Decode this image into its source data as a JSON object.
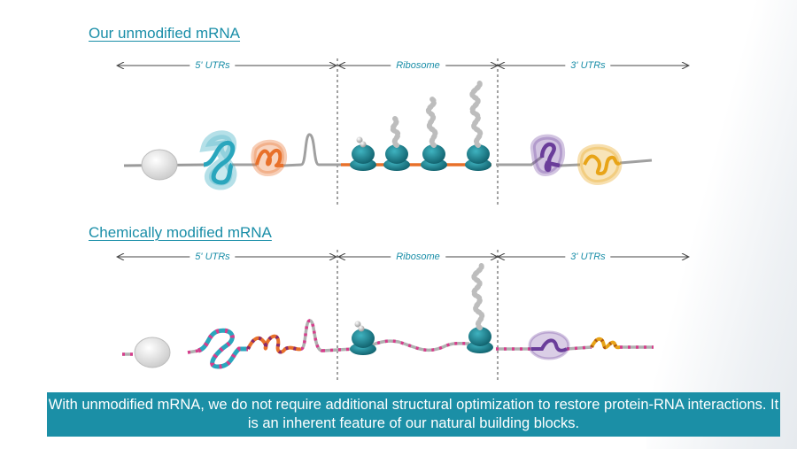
{
  "panels": [
    {
      "title": "Our unmodified mRNA",
      "sections": {
        "left": "5' UTRs",
        "middle": "Ribosome",
        "right": "3' UTRs"
      }
    },
    {
      "title": "Chemically modified mRNA",
      "sections": {
        "left": "5' UTRs",
        "middle": "Ribosome",
        "right": "3' UTRs"
      }
    }
  ],
  "caption": "With unmodified mRNA, we do not require additional structural optimization to restore protein-RNA interactions. It is an inherent feature of our natural building blocks.",
  "colors": {
    "accent": "#1a8ea8",
    "caption_bg": "#1b8fa6",
    "ribosome": "#1f8a97",
    "teal_fold": "#2aa6bd",
    "orange_fold": "#e8702a",
    "purple_fold": "#6a3d9a",
    "yellow_fold": "#e8a418",
    "modification": "#d63d8c"
  }
}
